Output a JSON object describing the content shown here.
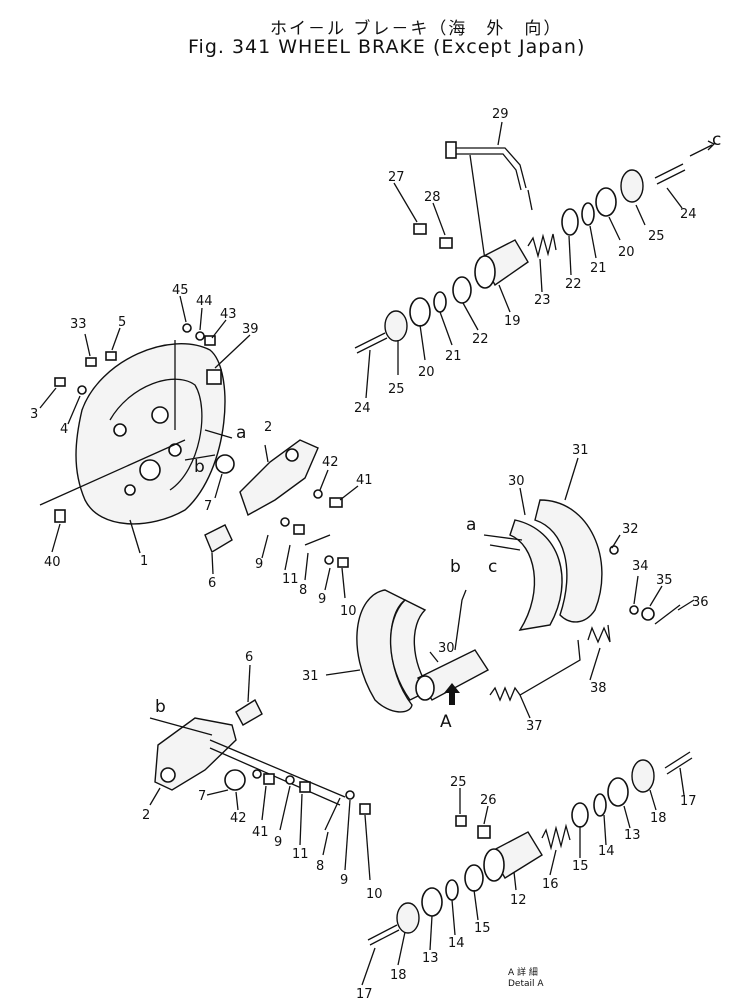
{
  "title": {
    "japanese": "ホイ－ル ブレ－キ（海　外　向）",
    "english": "Fig. 341  WHEEL  BRAKE (Except  Japan)"
  },
  "detail_label": {
    "japanese": "A 詳 細",
    "english": "Detail A"
  },
  "letters": [
    "a",
    "b",
    "c",
    "a",
    "b",
    "c",
    "A",
    "b"
  ],
  "callouts": [
    "29",
    "27",
    "28",
    "24",
    "25",
    "23",
    "22",
    "21",
    "20",
    "19",
    "22",
    "21",
    "20",
    "25",
    "24",
    "45",
    "44",
    "43",
    "39",
    "33",
    "5",
    "3",
    "4",
    "2",
    "42",
    "41",
    "40",
    "1",
    "7",
    "6",
    "9",
    "11",
    "8",
    "9",
    "10",
    "31",
    "30",
    "32",
    "34",
    "35",
    "36",
    "30",
    "31",
    "38",
    "37",
    "6",
    "2",
    "7",
    "42",
    "41",
    "9",
    "11",
    "8",
    "9",
    "10",
    "25",
    "26",
    "17",
    "18",
    "13",
    "14",
    "15",
    "16",
    "12",
    "15",
    "14",
    "13",
    "18",
    "17"
  ]
}
